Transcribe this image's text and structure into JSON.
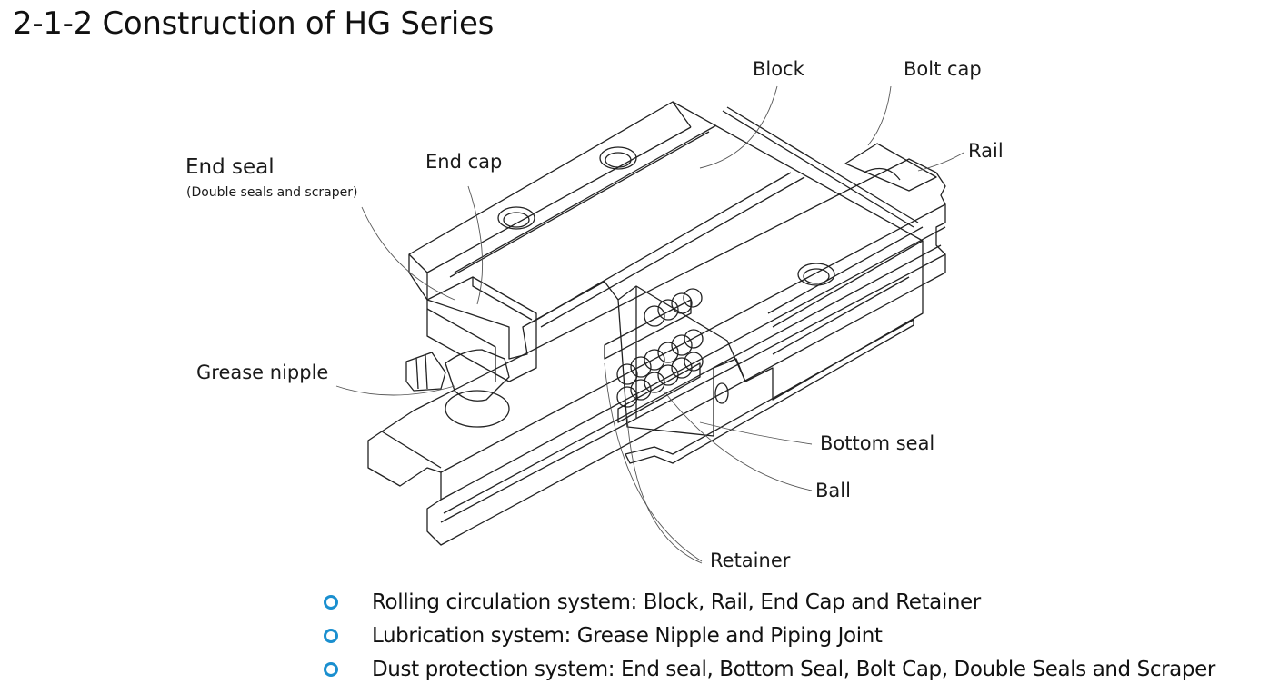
{
  "title": "2-1-2  Construction of HG Series",
  "diagram": {
    "labels": {
      "block": "Block",
      "bolt_cap": "Bolt cap",
      "rail": "Rail",
      "end_seal": "End seal",
      "end_seal_note": "(Double seals and scraper)",
      "end_cap": "End cap",
      "grease_nipple": "Grease nipple",
      "bottom_seal": "Bottom seal",
      "ball": "Ball",
      "retainer": "Retainer"
    }
  },
  "systems": [
    {
      "text": "Rolling circulation system: Block, Rail, End Cap and Retainer",
      "icon": "ring-bullet-icon"
    },
    {
      "text": "Lubrication system:  Grease Nipple and Piping Joint",
      "icon": "ring-bullet-icon"
    },
    {
      "text": "Dust protection system: End seal, Bottom Seal, Bolt Cap, Double Seals and Scraper",
      "icon": "ring-bullet-icon"
    }
  ],
  "colors": {
    "bullet": "#1a8fcf",
    "line": "#222222"
  }
}
